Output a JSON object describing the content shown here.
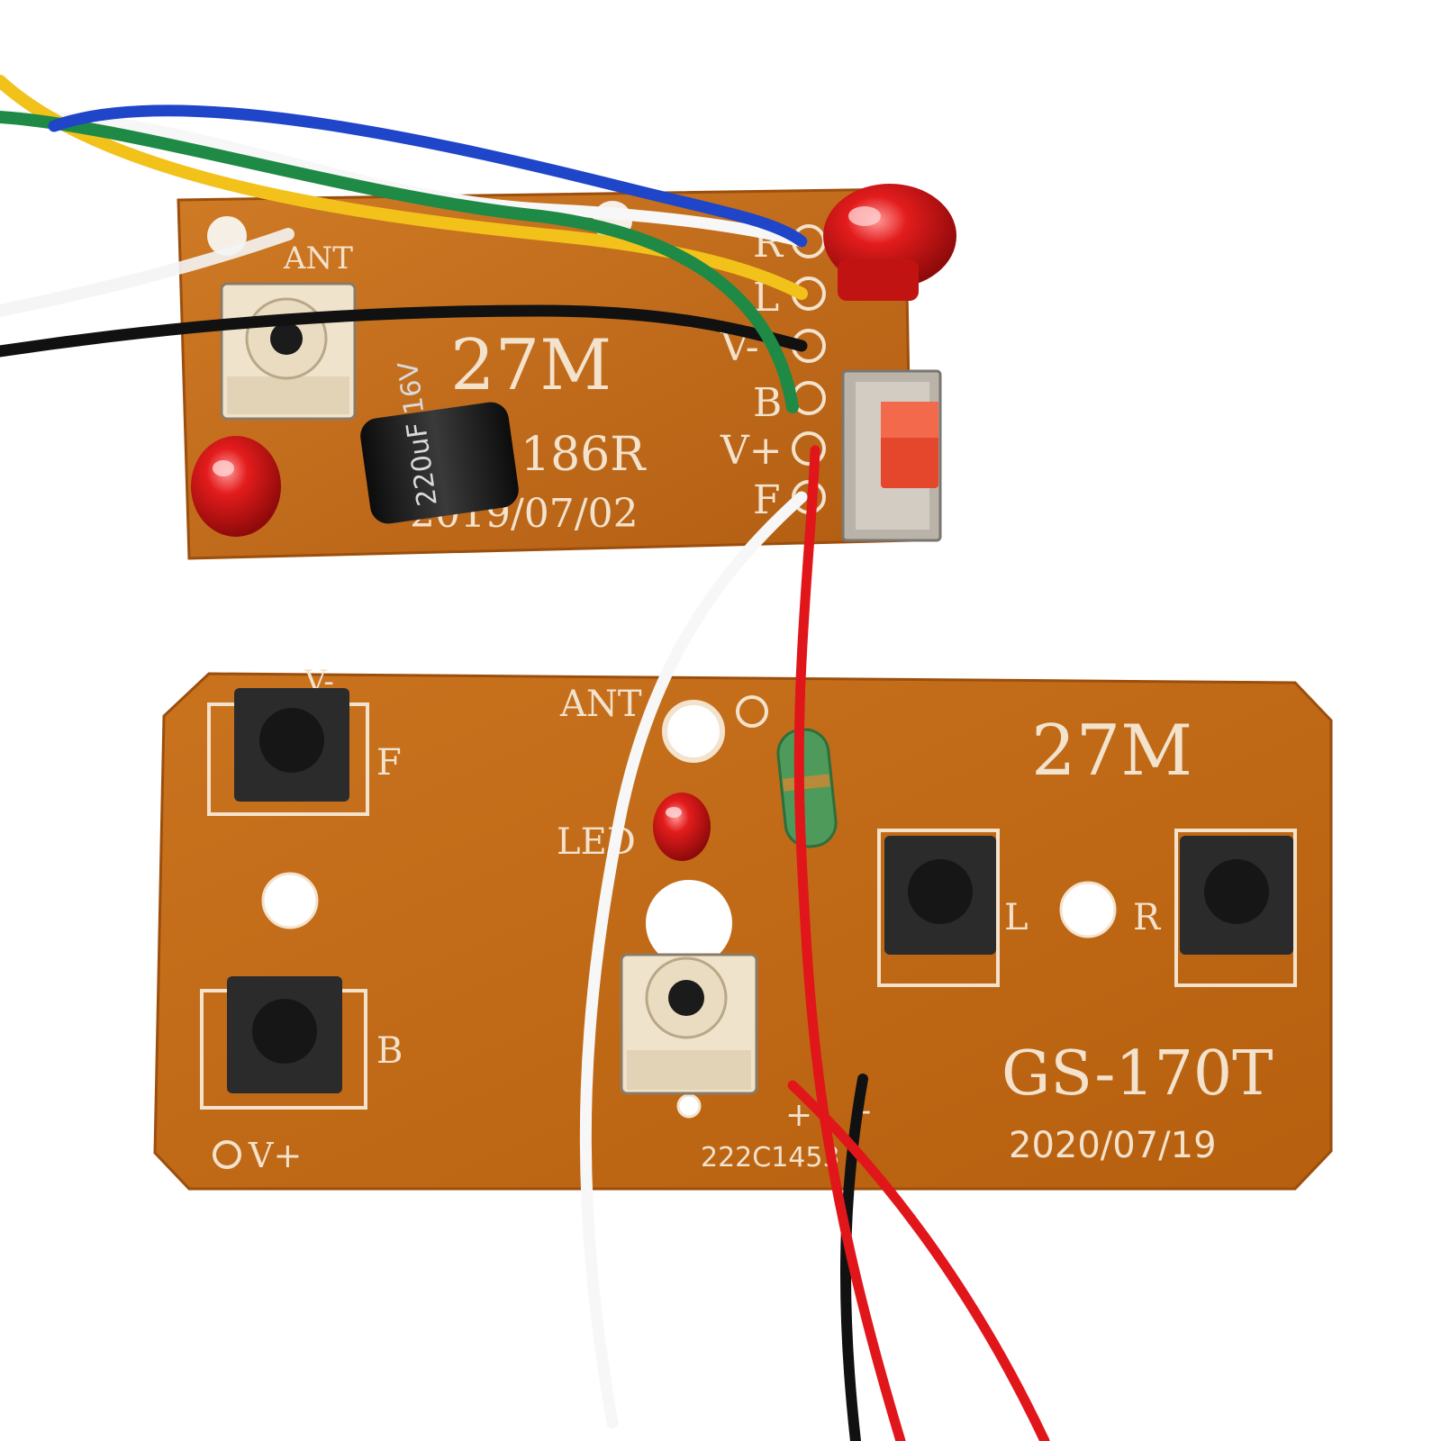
{
  "photo": {
    "colors": {
      "background": "#ffffff",
      "pcb": "#c26a1a",
      "pcb_dark": "#a4540f",
      "silkscreen": "#f3e2cc",
      "wire_blue": "#1f45c8",
      "wire_yellow": "#f2c21a",
      "wire_green": "#1e8a45",
      "wire_white": "#f7f7f7",
      "wire_black": "#111111",
      "wire_red": "#e0161b",
      "led_red": "#e31c1c",
      "button": "#2b2b2b"
    },
    "receiver_board": {
      "frequency_label": "27M",
      "model_label": "186R",
      "date_label": "2019/07/02",
      "antenna_label": "ANT",
      "pin_labels": [
        "R",
        "L",
        "V-",
        "B",
        "V+",
        "F"
      ],
      "capacitor_text": "220uF 16V"
    },
    "transmitter_board": {
      "frequency_label": "27M",
      "model_label": "GS-170T",
      "date_label": "2020/07/19",
      "part_code": "222C1453",
      "antenna_label": "ANT",
      "led_label": "LED",
      "battery_minus_label": "V-",
      "battery_plus_label": "V+",
      "polarity_plus": "+",
      "polarity_minus": "-",
      "button_labels": [
        "F",
        "B",
        "L",
        "R"
      ]
    }
  }
}
